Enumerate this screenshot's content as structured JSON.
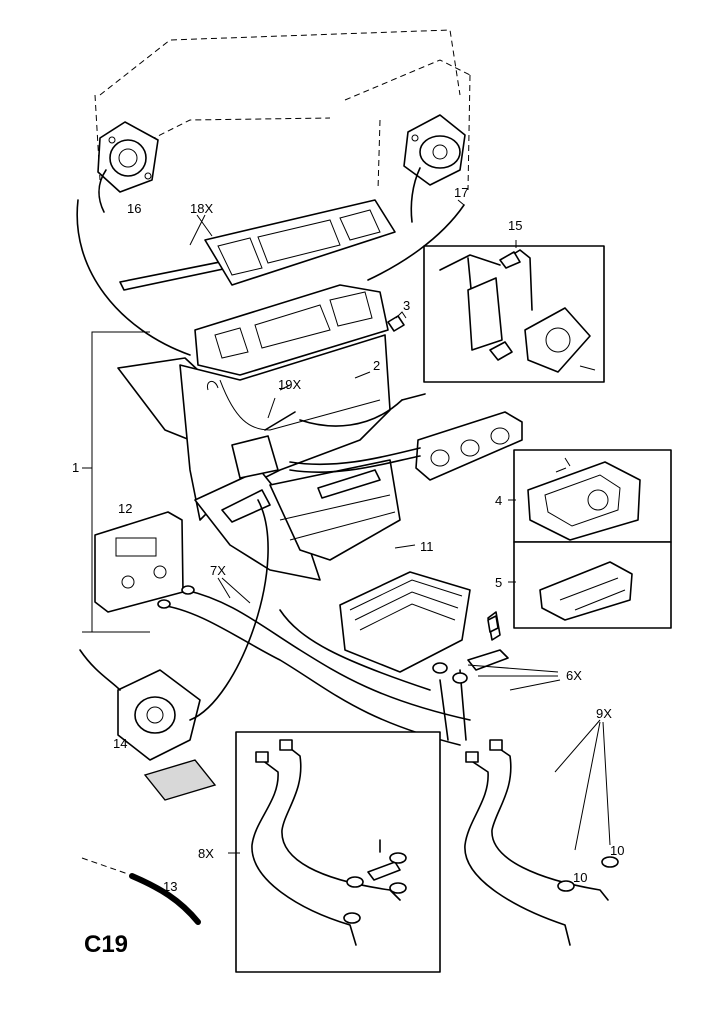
{
  "sheet": {
    "code": "C19"
  },
  "callouts": {
    "c1": "1",
    "c2": "2",
    "c3": "3",
    "c4": "4",
    "c5": "5",
    "c6": "6X",
    "c7": "7X",
    "c8": "8X",
    "c9": "9X",
    "c10a": "10",
    "c10b": "10",
    "c11": "11",
    "c12": "12",
    "c13": "13",
    "c14": "14",
    "c15": "15",
    "c16": "16",
    "c17": "17",
    "c18": "18X",
    "c19": "19X"
  }
}
